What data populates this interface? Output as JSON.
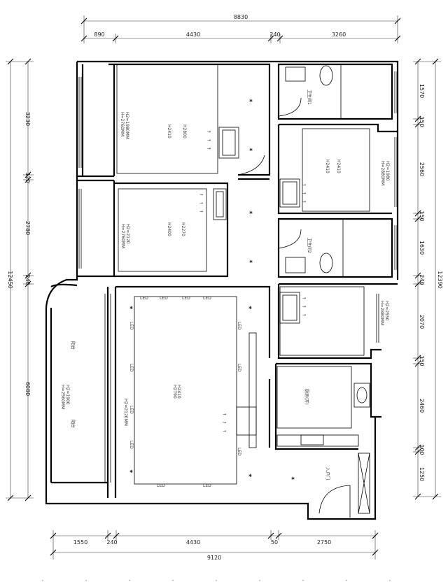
{
  "dimensions": {
    "top_total": "8830",
    "top_segments": [
      "890",
      "4430",
      "240",
      "3260"
    ],
    "bottom_segments": [
      "1550",
      "240",
      "4430",
      "50",
      "2750"
    ],
    "bottom_total": "9120",
    "left_total": "12450",
    "left_segments": [
      "3230",
      "120",
      "2780",
      "240",
      "6080"
    ],
    "right_total": "12390",
    "right_segments": [
      "1570",
      "150",
      "2560",
      "150",
      "1630",
      "240",
      "2070",
      "150",
      "2460",
      "100",
      "1250"
    ]
  },
  "room_labels": {
    "room1_a": "H=2760MM",
    "room1_b": "H2=1980MM",
    "room1_c": "H2410",
    "room1_d": "H2800",
    "room2_a": "H=2760MM",
    "room2_b": "H2=2120",
    "room2_c": "H2400",
    "room2_d": "H2270",
    "bath1": "卫生间1",
    "bath2": "卫生间2",
    "bed_r1_a": "H=2880MM",
    "bed_r1_b": "H2=1980",
    "bed_r1_c": "H2410",
    "bed_r1_d": "H2410",
    "bed_r2_a": "H=2880MM",
    "bed_r2_b": "H2=2550",
    "living_a": "H2790",
    "living_b": "H2410",
    "living_side": "H2=2120MM",
    "balcony_a": "H=2560MM",
    "balcony_b": "H2=1900",
    "balcony_c": "阳台",
    "balcony_d": "阳台",
    "kitchen": "厨房(开)",
    "entry": "入户门"
  },
  "led": "LED"
}
